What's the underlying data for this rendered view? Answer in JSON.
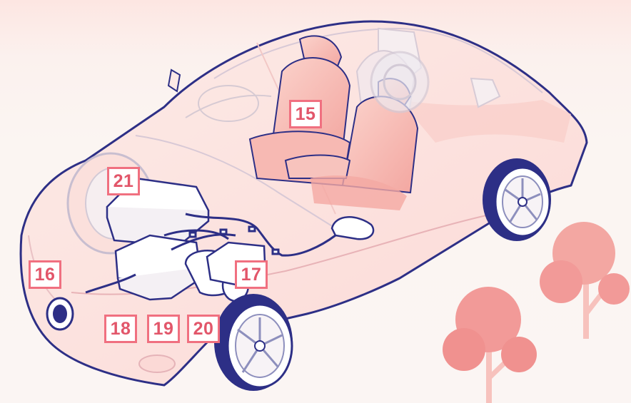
{
  "diagram": {
    "callouts": [
      {
        "id": "c15",
        "label": "15"
      },
      {
        "id": "c21",
        "label": "21"
      },
      {
        "id": "c16",
        "label": "16"
      },
      {
        "id": "c17",
        "label": "17"
      },
      {
        "id": "c18",
        "label": "18"
      },
      {
        "id": "c19",
        "label": "19"
      },
      {
        "id": "c20",
        "label": "20"
      }
    ]
  },
  "colors": {
    "outline": "#2d2f86",
    "accent": "#f07080",
    "body_fill": "#fde5e1",
    "tree": "#f29a98"
  }
}
